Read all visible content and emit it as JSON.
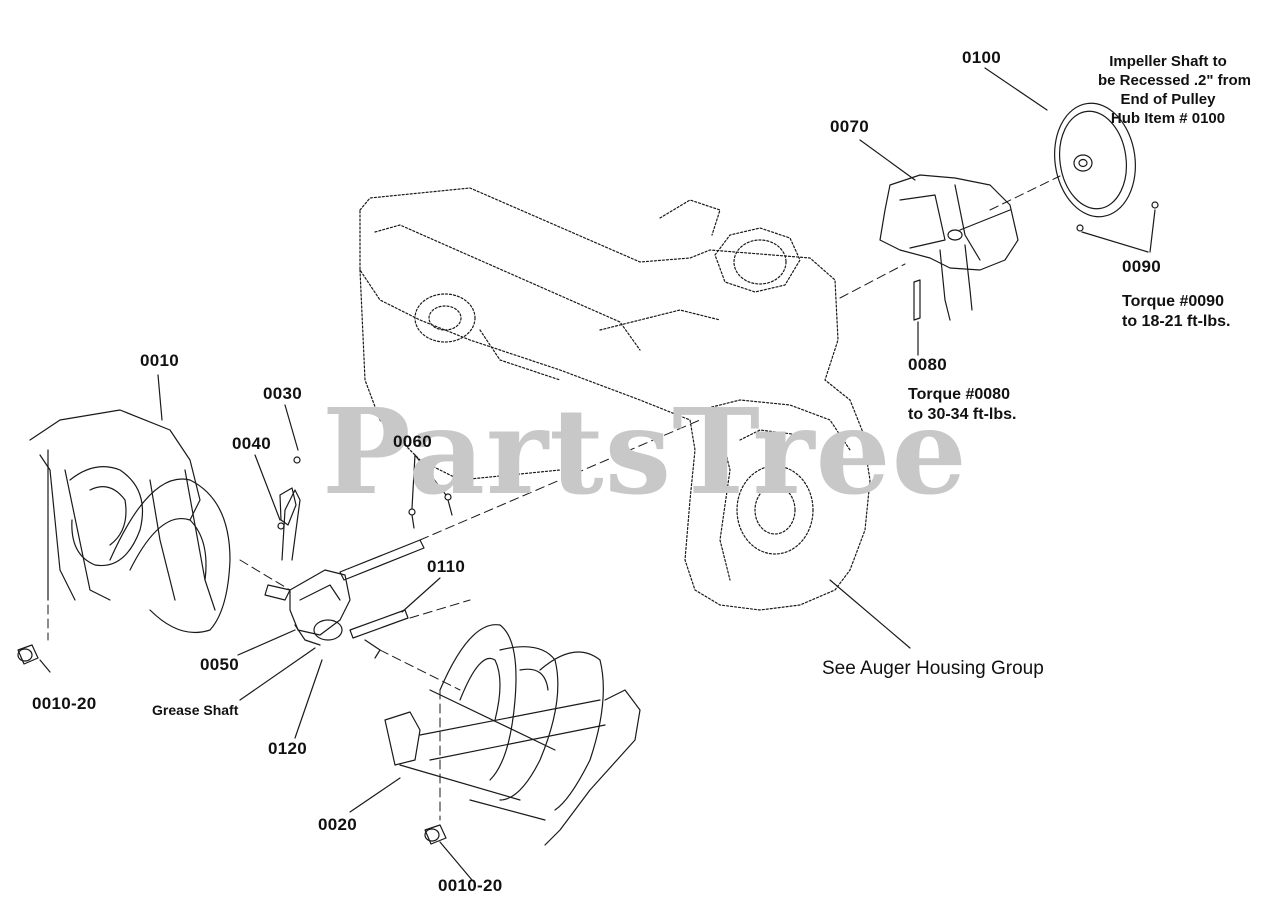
{
  "watermark": "PartsTree",
  "parts": {
    "p0010": "0010",
    "p0020": "0020",
    "p0030": "0030",
    "p0040": "0040",
    "p0050": "0050",
    "p0060": "0060",
    "p0070": "0070",
    "p0080": "0080",
    "p0090": "0090",
    "p0100": "0100",
    "p0110": "0110",
    "p0120": "0120",
    "p0010_20_left": "0010-20",
    "p0010_20_bottom": "0010-20"
  },
  "notes": {
    "impeller_line1": "Impeller Shaft to",
    "impeller_line2": "be Recessed .2\" from",
    "impeller_line3": "End of Pulley",
    "impeller_line4": "Hub Item # 0100",
    "torque0090_line1": "Torque #0090",
    "torque0090_line2": "to 18-21 ft-lbs.",
    "torque0080_line1": "Torque #0080",
    "torque0080_line2": "to 30-34 ft-lbs.",
    "grease_shaft": "Grease Shaft",
    "see_auger_housing": "See Auger Housing Group"
  }
}
